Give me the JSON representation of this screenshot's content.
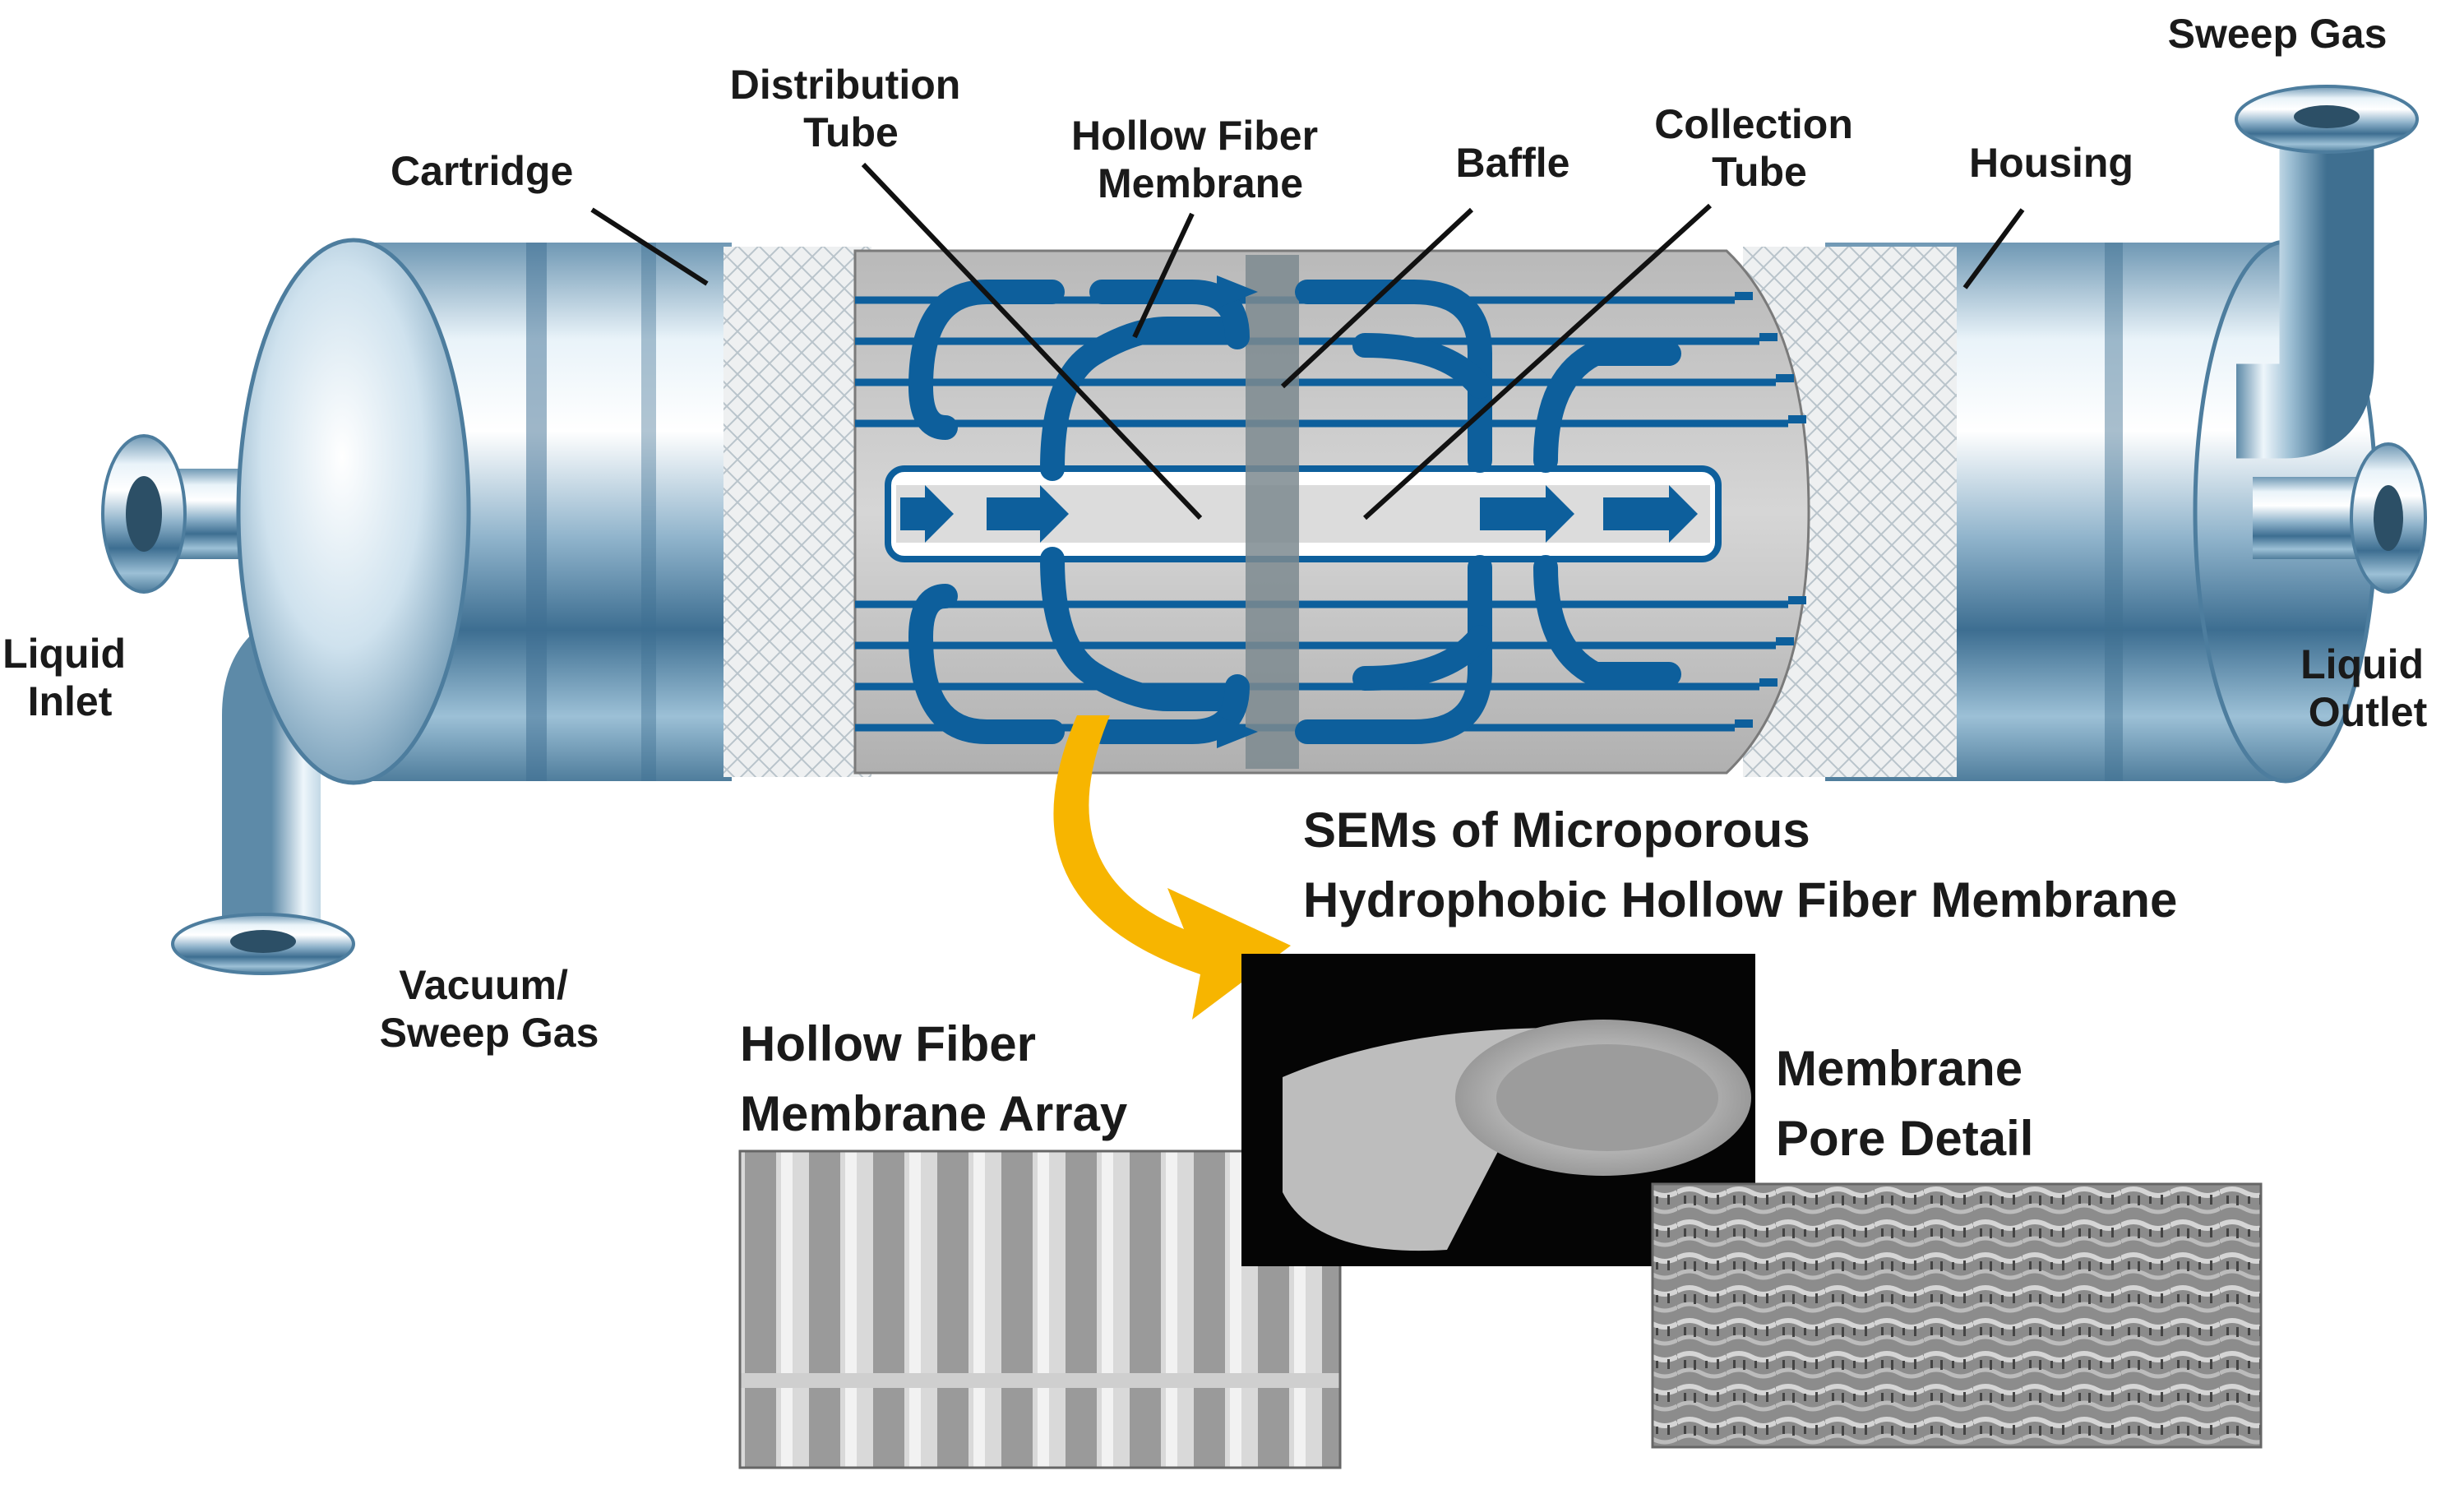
{
  "labels": {
    "cartridge": "Cartridge",
    "distribution_tube": [
      "Distribution",
      "Tube"
    ],
    "hollow_fiber_membrane": [
      "Hollow Fiber",
      "Membrane"
    ],
    "baffle": "Baffle",
    "collection_tube": [
      "Collection",
      "Tube"
    ],
    "housing": "Housing",
    "sweep_gas": "Sweep Gas",
    "liquid_inlet": [
      "Liquid",
      "Inlet"
    ],
    "liquid_outlet": [
      "Liquid",
      "Outlet"
    ],
    "vacuum_sweep_gas": [
      "Vacuum/",
      "Sweep Gas"
    ]
  },
  "sem": {
    "title": [
      "SEMs of Microporous",
      "Hydrophobic Hollow Fiber Membrane"
    ],
    "array": [
      "Hollow Fiber",
      "Membrane Array"
    ],
    "pore": [
      "Membrane",
      "Pore Detail"
    ]
  },
  "colors": {
    "fiber_blue": "#0d5f9c",
    "steel_light": "#e8f1f7",
    "steel_dark": "#4d7d9e",
    "callout_arrow": "#f7b500",
    "core_gray": "#c4c4c4"
  }
}
